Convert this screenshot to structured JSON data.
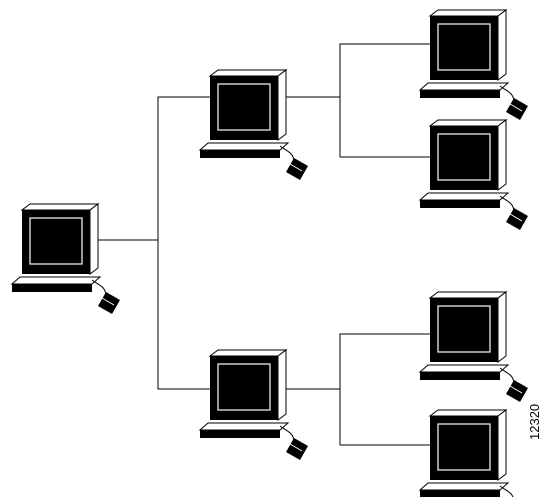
{
  "diagram": {
    "figure_id": "12320",
    "nodes": [
      {
        "id": "root",
        "icon": "computer-workstation-icon"
      },
      {
        "id": "mid-top",
        "icon": "computer-workstation-icon"
      },
      {
        "id": "mid-bottom",
        "icon": "computer-workstation-icon"
      },
      {
        "id": "leaf-1",
        "icon": "computer-workstation-icon"
      },
      {
        "id": "leaf-2",
        "icon": "computer-workstation-icon"
      },
      {
        "id": "leaf-3",
        "icon": "computer-workstation-icon"
      },
      {
        "id": "leaf-4",
        "icon": "computer-workstation-icon"
      }
    ],
    "edges": [
      {
        "from": "root",
        "to": "mid-top"
      },
      {
        "from": "root",
        "to": "mid-bottom"
      },
      {
        "from": "mid-top",
        "to": "leaf-1"
      },
      {
        "from": "mid-top",
        "to": "leaf-2"
      },
      {
        "from": "mid-bottom",
        "to": "leaf-3"
      },
      {
        "from": "mid-bottom",
        "to": "leaf-4"
      }
    ],
    "colors": {
      "line": "#000000",
      "device": "#000000",
      "background": "#ffffff"
    }
  }
}
